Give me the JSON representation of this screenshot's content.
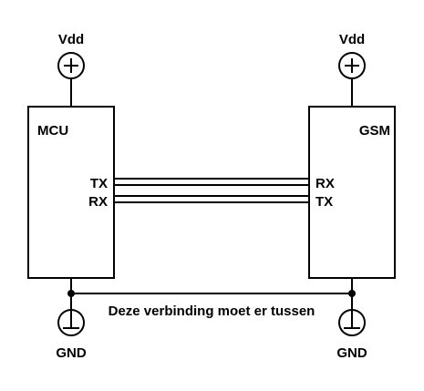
{
  "supply_left": "Vdd",
  "supply_right": "Vdd",
  "ground_left": "GND",
  "ground_right": "GND",
  "mcu": {
    "name": "MCU",
    "pin_tx": "TX",
    "pin_rx": "RX"
  },
  "gsm": {
    "name": "GSM",
    "pin_rx": "RX",
    "pin_tx": "TX"
  },
  "ground_note": "Deze verbinding moet er tussen"
}
